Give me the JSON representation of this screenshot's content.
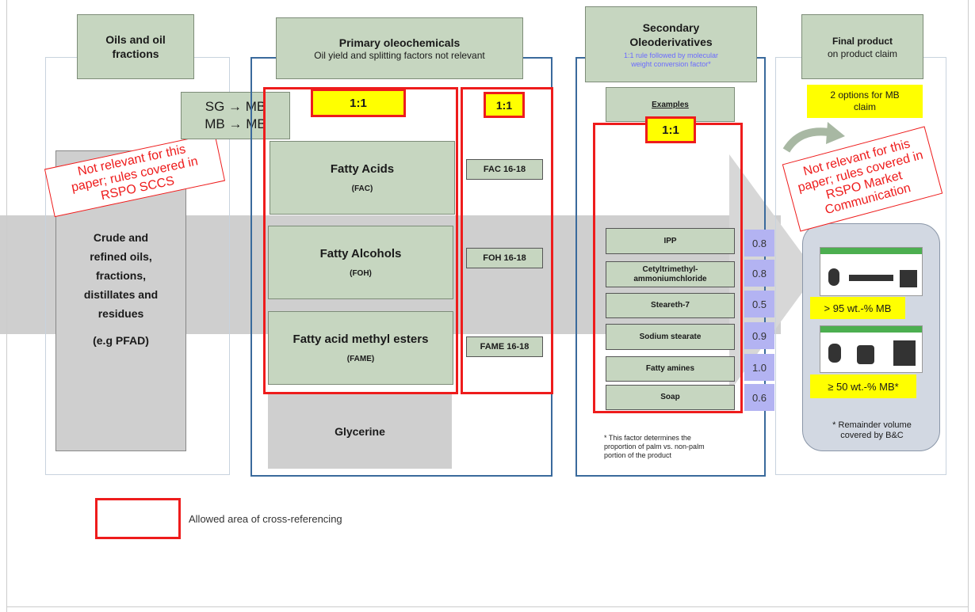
{
  "columns": {
    "oils": {
      "header_line1": "Oils and oil",
      "header_line2": "fractions",
      "body": [
        "Crude and",
        "refined oils,",
        "fractions,",
        "distillates and",
        "residues"
      ],
      "example": "(e.g PFAD)",
      "not_relevant": [
        "Not relevant for this",
        "paper; rules covered in",
        "RSPO SCCS"
      ]
    },
    "primary": {
      "title": "Primary oleochemicals",
      "subtitle": "Oil yield and splitting factors not relevant",
      "ratio_left": "1:1",
      "ratio_right": "1:1",
      "items": [
        {
          "name": "Fatty Acids",
          "abbr": "(FAC)",
          "code": "FAC 16-18"
        },
        {
          "name": "Fatty Alcohols",
          "abbr": "(FOH)",
          "code": "FOH 16-18"
        },
        {
          "name": "Fatty acid methyl esters",
          "abbr": "(FAME)",
          "code": "FAME 16-18"
        }
      ],
      "glycerine": "Glycerine"
    },
    "secondary": {
      "title_line1": "Secondary",
      "title_line2": "Oleoderivatives",
      "subtitle_line1": "1:1 rule followed by molecular",
      "subtitle_line2": "weight conversion factor*",
      "examples_label": "Examples",
      "ratio": "1:1",
      "items": [
        {
          "name": "IPP",
          "factor": "0.8"
        },
        {
          "name": "Cetyltrimethyl-ammoniumchloride",
          "factor": "0.8"
        },
        {
          "name": "Steareth-7",
          "factor": "0.5"
        },
        {
          "name": "Sodium stearate",
          "factor": "0.9"
        },
        {
          "name": "Fatty amines",
          "factor": "1.0"
        },
        {
          "name": "Soap",
          "factor": "0.6"
        }
      ],
      "footnote": [
        "* This factor determines the",
        "proportion of palm vs. non-palm",
        "portion of the product"
      ]
    },
    "final": {
      "title": "Final product",
      "subtitle": "on product claim",
      "options_line1": "2 options for MB",
      "options_line2": "claim",
      "not_relevant": [
        "Not relevant for this",
        "paper; rules covered in",
        "RSPO Market",
        "Communication"
      ],
      "claim1": "> 95 wt.-% MB",
      "claim2": "≥ 50 wt.-% MB*",
      "remainder_line1": "* Remainder volume",
      "remainder_line2": "covered by B&C"
    }
  },
  "transfer": {
    "line1": "SG → MB",
    "line2": "MB → MB"
  },
  "legend": {
    "label": "Allowed area of cross-referencing"
  },
  "colors": {
    "green": "#c6d6c0",
    "red": "#ee1c1c",
    "yellow": "#ffff00",
    "blue": "#3a6a9c",
    "factor": "#b3b3f2",
    "arrow": "#cfcfcf"
  }
}
